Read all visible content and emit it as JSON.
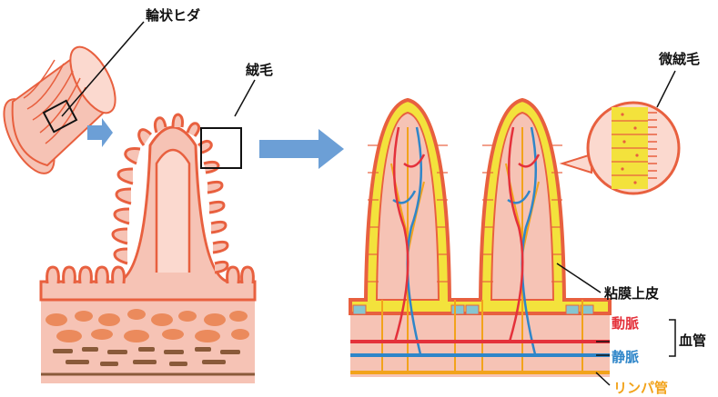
{
  "labels": {
    "ring_folds": "輪状ヒダ",
    "villi": "絨毛",
    "microvilli": "微絨毛",
    "mucosal_epithelium": "粘膜上皮",
    "artery": "動脈",
    "vein": "静脈",
    "blood_vessels": "血管",
    "lymph_vessel": "リンパ管"
  },
  "colors": {
    "outline_red": "#e8603f",
    "tissue_pink": "#f6c3b5",
    "tissue_light": "#fbd9cf",
    "epithelium_yellow": "#f3e23c",
    "artery_red": "#e4313b",
    "vein_blue": "#2f86c9",
    "lymph_orange": "#f2a31b",
    "arrow_blue": "#6c9fd6",
    "nodule_orange": "#eb8a5c",
    "nodule_brown": "#8a5a3a",
    "cell_teal": "#86c5d0"
  }
}
